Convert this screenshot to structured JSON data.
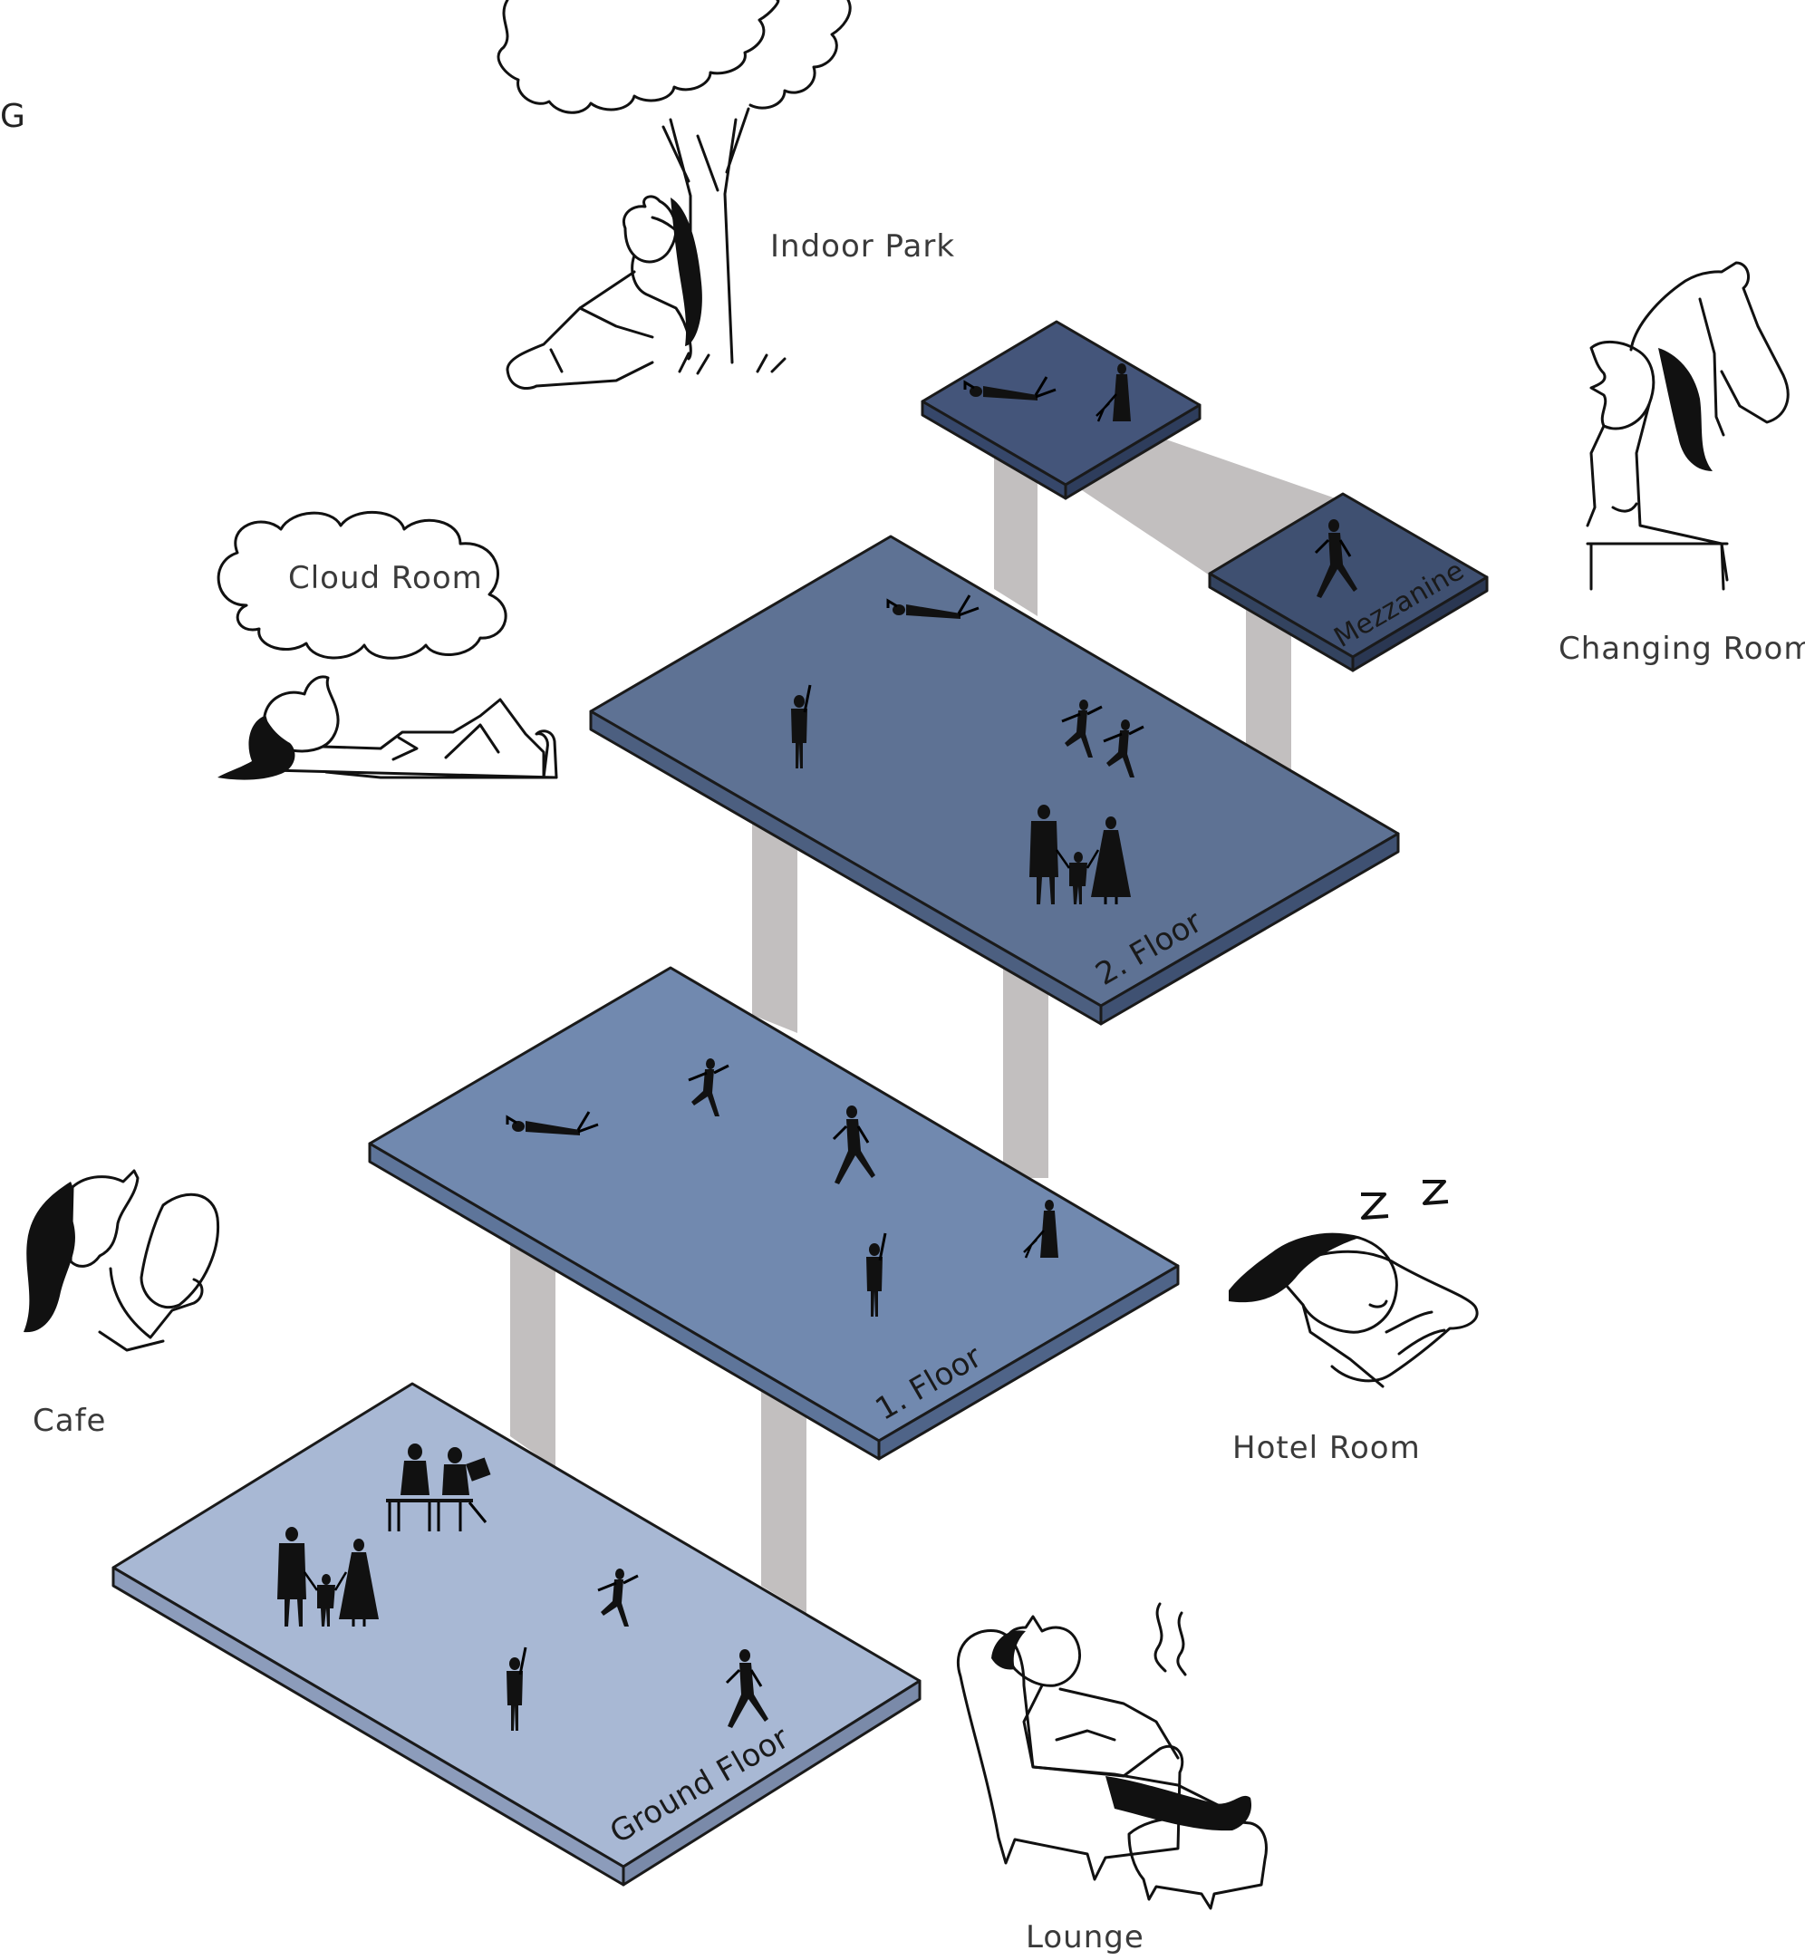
{
  "stray_text": "G",
  "labels": {
    "indoor_park": "Indoor Park",
    "cloud_room": "Cloud Room",
    "changing_room": "Changing Room",
    "cafe": "Cafe",
    "hotel_room": "Hotel Room",
    "lounge": "Lounge"
  },
  "floors": {
    "ground": "Ground Floor",
    "first": "1. Floor",
    "second": "2. Floor",
    "mezzanine": "Mezzanine"
  },
  "colors": {
    "ground_top": "#a8b8d4",
    "first_top": "#7189af",
    "second_top": "#5e7294",
    "top_small": "#44557a",
    "mezzanine_top": "#3f5071",
    "column": "#c2bfbf",
    "outline": "#1a1a1a"
  },
  "icons": {
    "tree": "tree-icon",
    "cloud": "cloud-icon",
    "pillow": "pillow-icon",
    "armchair": "armchair-icon",
    "zzz": "sleep-zzz-icon",
    "steam": "steam-icon"
  }
}
